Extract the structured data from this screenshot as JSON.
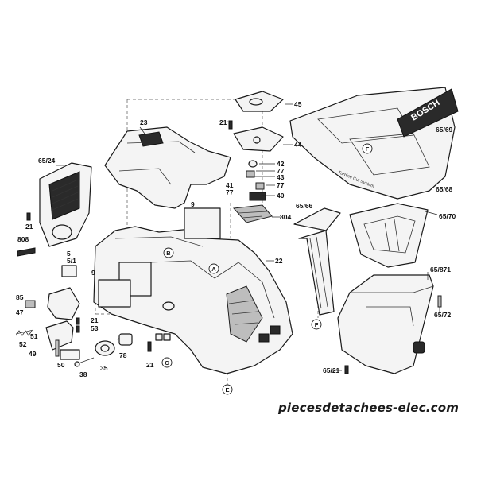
{
  "labels": [
    {
      "id": "23",
      "text": "23"
    },
    {
      "id": "21a",
      "text": "21"
    },
    {
      "id": "45",
      "text": "45"
    },
    {
      "id": "44",
      "text": "44"
    },
    {
      "id": "42",
      "text": "42"
    },
    {
      "id": "77a",
      "text": "77"
    },
    {
      "id": "43",
      "text": "43"
    },
    {
      "id": "41",
      "text": "41"
    },
    {
      "id": "77b",
      "text": "77"
    },
    {
      "id": "77c",
      "text": "77"
    },
    {
      "id": "40",
      "text": "40"
    },
    {
      "id": "804",
      "text": "804"
    },
    {
      "id": "65_24",
      "text": "65/24"
    },
    {
      "id": "21b",
      "text": "21"
    },
    {
      "id": "808",
      "text": "808"
    },
    {
      "id": "9a",
      "text": "9"
    },
    {
      "id": "9b",
      "text": "9"
    },
    {
      "id": "22",
      "text": "22"
    },
    {
      "id": "5_1",
      "text": "5/1"
    },
    {
      "id": "5",
      "text": "5"
    },
    {
      "id": "85",
      "text": "85"
    },
    {
      "id": "47",
      "text": "47"
    },
    {
      "id": "51",
      "text": "51"
    },
    {
      "id": "52",
      "text": "52"
    },
    {
      "id": "21c",
      "text": "21"
    },
    {
      "id": "53",
      "text": "53"
    },
    {
      "id": "49",
      "text": "49"
    },
    {
      "id": "50",
      "text": "50"
    },
    {
      "id": "78",
      "text": "78"
    },
    {
      "id": "38",
      "text": "38"
    },
    {
      "id": "35",
      "text": "35"
    },
    {
      "id": "21d",
      "text": "21"
    },
    {
      "id": "65_69",
      "text": "65/69"
    },
    {
      "id": "65_68",
      "text": "65/68"
    },
    {
      "id": "65_66",
      "text": "65/66"
    },
    {
      "id": "65_70",
      "text": "65/70"
    },
    {
      "id": "65_871",
      "text": "65/871"
    },
    {
      "id": "65_72",
      "text": "65/72"
    },
    {
      "id": "65_21",
      "text": "65/21"
    }
  ],
  "callouts": {
    "A": "A",
    "B": "B",
    "C": "C",
    "E": "E",
    "F1": "F",
    "F2": "F"
  },
  "hopper_brand": "BOSCH",
  "hopper_model_text": "Turbine Cut System",
  "watermark": "piecesdetachees-elec.com"
}
